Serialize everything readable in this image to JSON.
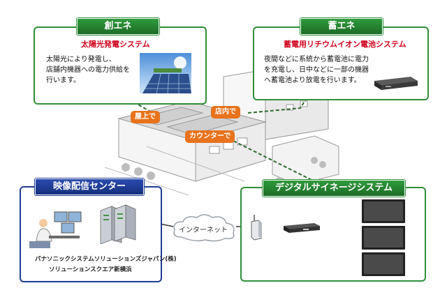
{
  "sokoene": {
    "header": "創エネ",
    "subtitle": "太陽光発電システム",
    "body_lines": [
      "太陽光により発電し、",
      "店舗内機器への電力供給を",
      "行います。"
    ]
  },
  "chikuene": {
    "header": "蓄エネ",
    "subtitle": "蓄電用リチウムイオン電池システム",
    "body_lines": [
      "夜間などに系統から蓄電池に電力",
      "を充電し、日中などに一部の機器",
      "へ蓄電池より放電を行います。"
    ]
  },
  "callouts": {
    "rooftop": "屋上で",
    "instore": "店内で",
    "counter": "カウンターで"
  },
  "video_center": {
    "header": "映像配信センター",
    "caption_lines": [
      "パナソニックシステムソリューションズジャパン(株)",
      "ソリューションスクエア新横浜"
    ]
  },
  "internet": {
    "label": "インターネット"
  },
  "signage": {
    "header": "デジタルサイネージシステム"
  },
  "colors": {
    "green": "#2f8f3a",
    "blue": "#1f3a93",
    "red": "#d0021b",
    "orange": "#e8731c"
  }
}
